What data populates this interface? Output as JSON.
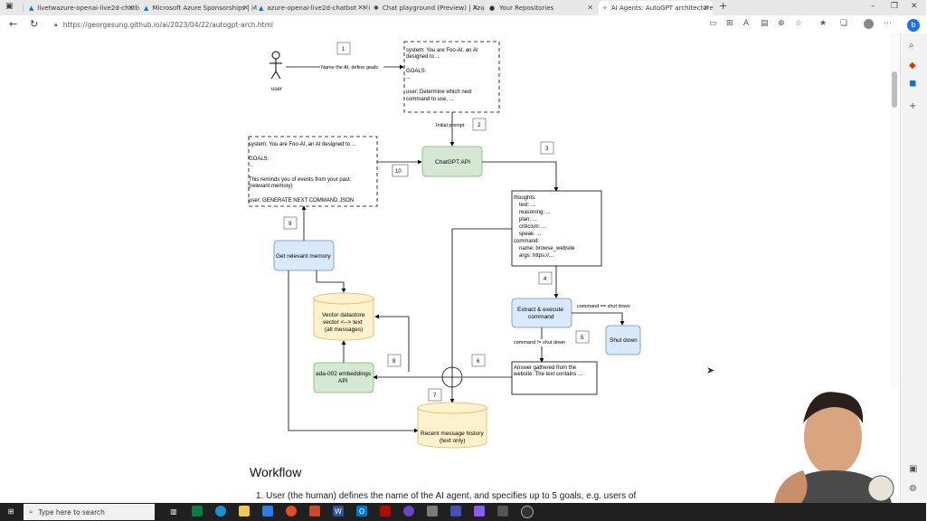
{
  "browser": {
    "tabs": [
      {
        "label": "livetwazure-openai-live2d-chatb",
        "icon": "azure-icon"
      },
      {
        "label": "Microsoft Azure Sponsorships | M",
        "icon": "azure-icon"
      },
      {
        "label": "azure-openai-live2d-chatbot - Mi",
        "icon": "azure-icon"
      },
      {
        "label": "Chat playground (Preview) | Azu",
        "icon": "openai-icon"
      },
      {
        "label": "Your Repositories",
        "icon": "github-icon"
      },
      {
        "label": "AI Agents: AutoGPT architecture",
        "icon": "page-icon"
      }
    ],
    "url": "https://georgesung.github.io/ai/2023/04/22/autogpt-arch.html"
  },
  "diagram": {
    "user_label": "user",
    "edge_labels": {
      "name_goals": "Name the AI, define goals",
      "initial_prompt": "Initial prompt",
      "command_eq_shutdown": "command == shut down",
      "command_neq_shutdown": "command != shut down"
    },
    "step_numbers": [
      "1",
      "2",
      "3",
      "4",
      "5",
      "6",
      "7",
      "8",
      "9",
      "10"
    ],
    "initial_prompt_box": [
      "system: You are Foo-AI, an AI",
      "designed to ...",
      "",
      "GOALS:",
      "...",
      "",
      "user: Determine which next",
      "command to use, ..."
    ],
    "memory_prompt_box": [
      "system: You are Foo-AI, an AI designed to ...",
      "",
      "GOALS:",
      "...",
      "",
      "This reminds you of events from your past:",
      "(relevant memory)",
      "",
      "user: GENERATE NEXT COMMAND JSON"
    ],
    "chatgpt_api": "ChatGPT API",
    "response_json": [
      "thoughts:",
      "  text: ...",
      "  reasoning: ...",
      "  plan: ...",
      "  criticism: ...",
      "  speak: ...",
      "command:",
      "  name: browse_website",
      "  args: https://..."
    ],
    "extract_execute": [
      "Extract & execute",
      "command"
    ],
    "shut_down": "Shut down",
    "answer_box": [
      "Answer gathered from the",
      "website: The text contains ..."
    ],
    "get_memory": "Get relevant memory",
    "vector_store": [
      "Vector datastore",
      "vector <--> text",
      "(all messages)"
    ],
    "embeddings_api": [
      "ada-002 embeddings",
      "API"
    ],
    "message_history": [
      "Recent message history",
      "(text only)"
    ]
  },
  "article": {
    "heading": "Workflow",
    "step1": "1. User (the human) defines the name of the AI agent, and specifies up to 5 goals, e.g. users of"
  },
  "taskbar": {
    "search_placeholder": "Type here to search"
  }
}
